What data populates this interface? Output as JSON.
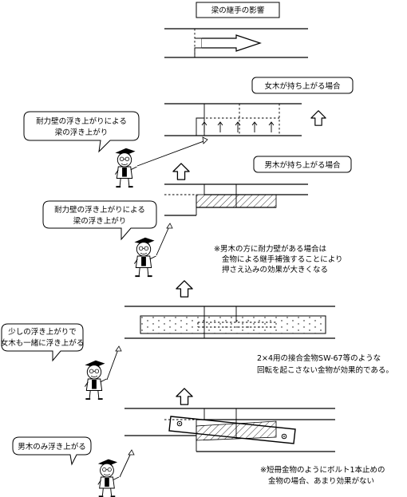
{
  "title": "梁の継手の影響",
  "labels": {
    "case_a": "女木が持ち上がる場合",
    "case_b": "男木が持ち上がる場合"
  },
  "bubbles": {
    "b1_line1": "耐力壁の浮き上がりによる",
    "b1_line2": "梁の浮き上がり",
    "b2_line1": "耐力壁の浮き上がりによる",
    "b2_line2": "梁の浮き上がり",
    "b3_line1": "少しの浮き上がりで",
    "b3_line2": "女木も一緒に浮き上がる",
    "b4_line1": "男木のみ浮き上がる"
  },
  "notes": {
    "n1_line1": "※男木の方に耐力壁がある場合は",
    "n1_line2": "金物による継手補強することにより",
    "n1_line3": "押さえ込みの効果が大きくなる",
    "n2_line1": "2×4用の接合金物SW-67等のような",
    "n2_line2": "回転を起こさない金物が効果的である。",
    "n3_line1": "※短冊金物のようにボルト1本止めの",
    "n3_line2": "金物の場合、あまり効果がない"
  }
}
